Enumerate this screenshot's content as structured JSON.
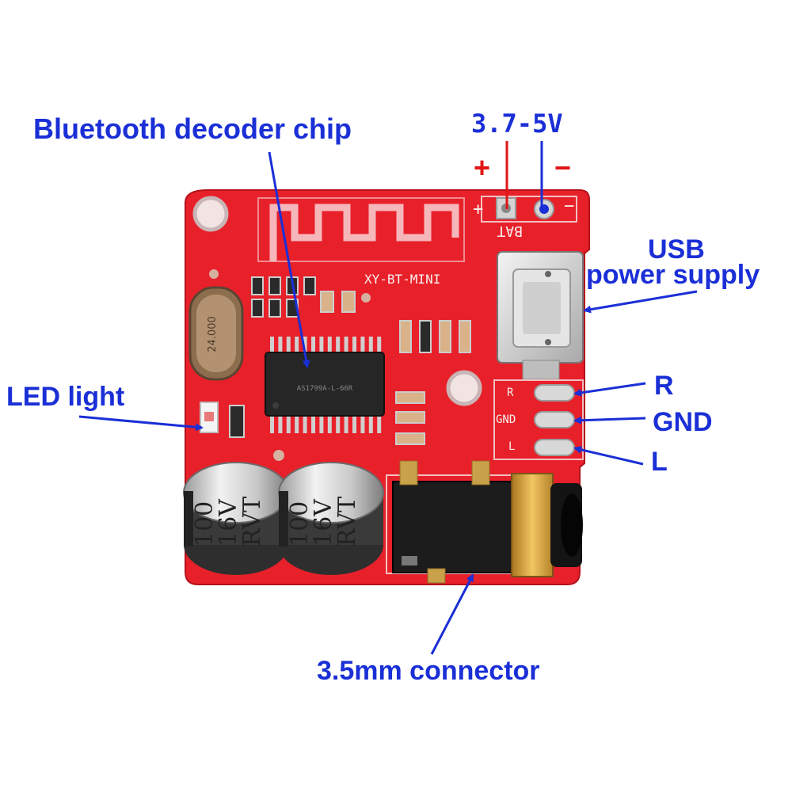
{
  "labels": {
    "chip": "Bluetooth decoder chip",
    "voltage": "3.7-5V",
    "plus": "+",
    "minus": "−",
    "usb_line1": "USB",
    "usb_line2": "power supply",
    "r": "R",
    "gnd": "GND",
    "l": "L",
    "led": "LED light",
    "connector": "3.5mm connector"
  },
  "board": {
    "model": "XY-BT-MINI",
    "crystal": "24.000",
    "bat": "BAT",
    "silk_plus": "+",
    "silk_minus": "−",
    "silk_r": "R",
    "silk_gnd": "GND",
    "silk_l": "L",
    "chip_text": "AS1799A-L-66R",
    "cap_left": [
      "100",
      "16V",
      "RVT"
    ],
    "cap_right": [
      "100",
      "16V",
      "RVT"
    ]
  },
  "colors": {
    "annotation": "#1a2fd6",
    "polarity": "#e01515",
    "pcb": "#e8202a"
  }
}
